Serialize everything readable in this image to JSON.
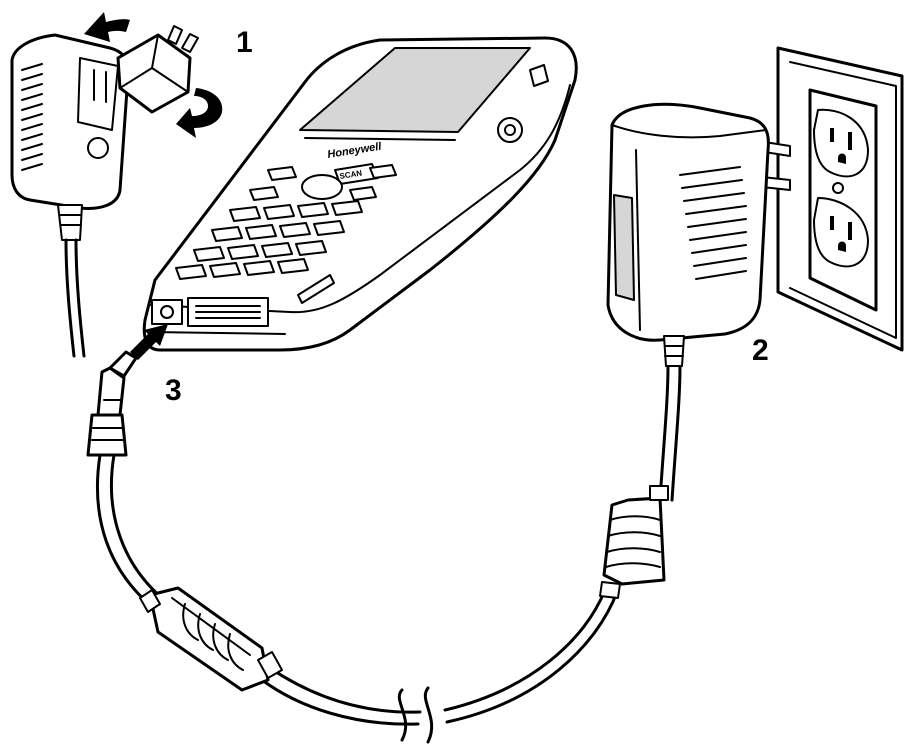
{
  "callouts": {
    "step1": "1",
    "step2": "2",
    "step3": "3"
  },
  "device": {
    "brand": "Honeywell",
    "scan_key": "SCAN"
  }
}
